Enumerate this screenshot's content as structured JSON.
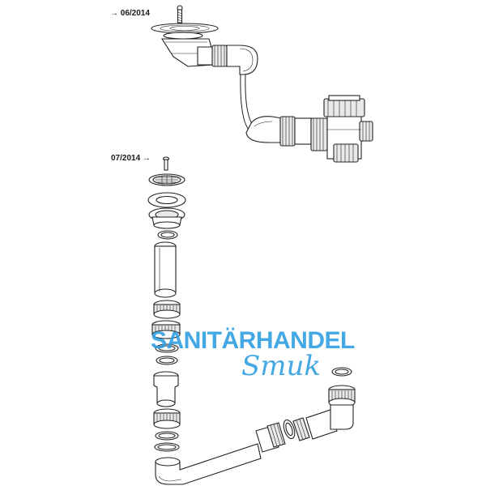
{
  "labels": {
    "top_version": "→ 06/2014",
    "bottom_version": "07/2014 →"
  },
  "watermark": {
    "line1": "SANITÄRHANDEL",
    "line2": "Smuk",
    "color": "#2f9fe0"
  },
  "colors": {
    "line": "#222222",
    "fill": "#ffffff",
    "shade": "#e8e8e8"
  }
}
